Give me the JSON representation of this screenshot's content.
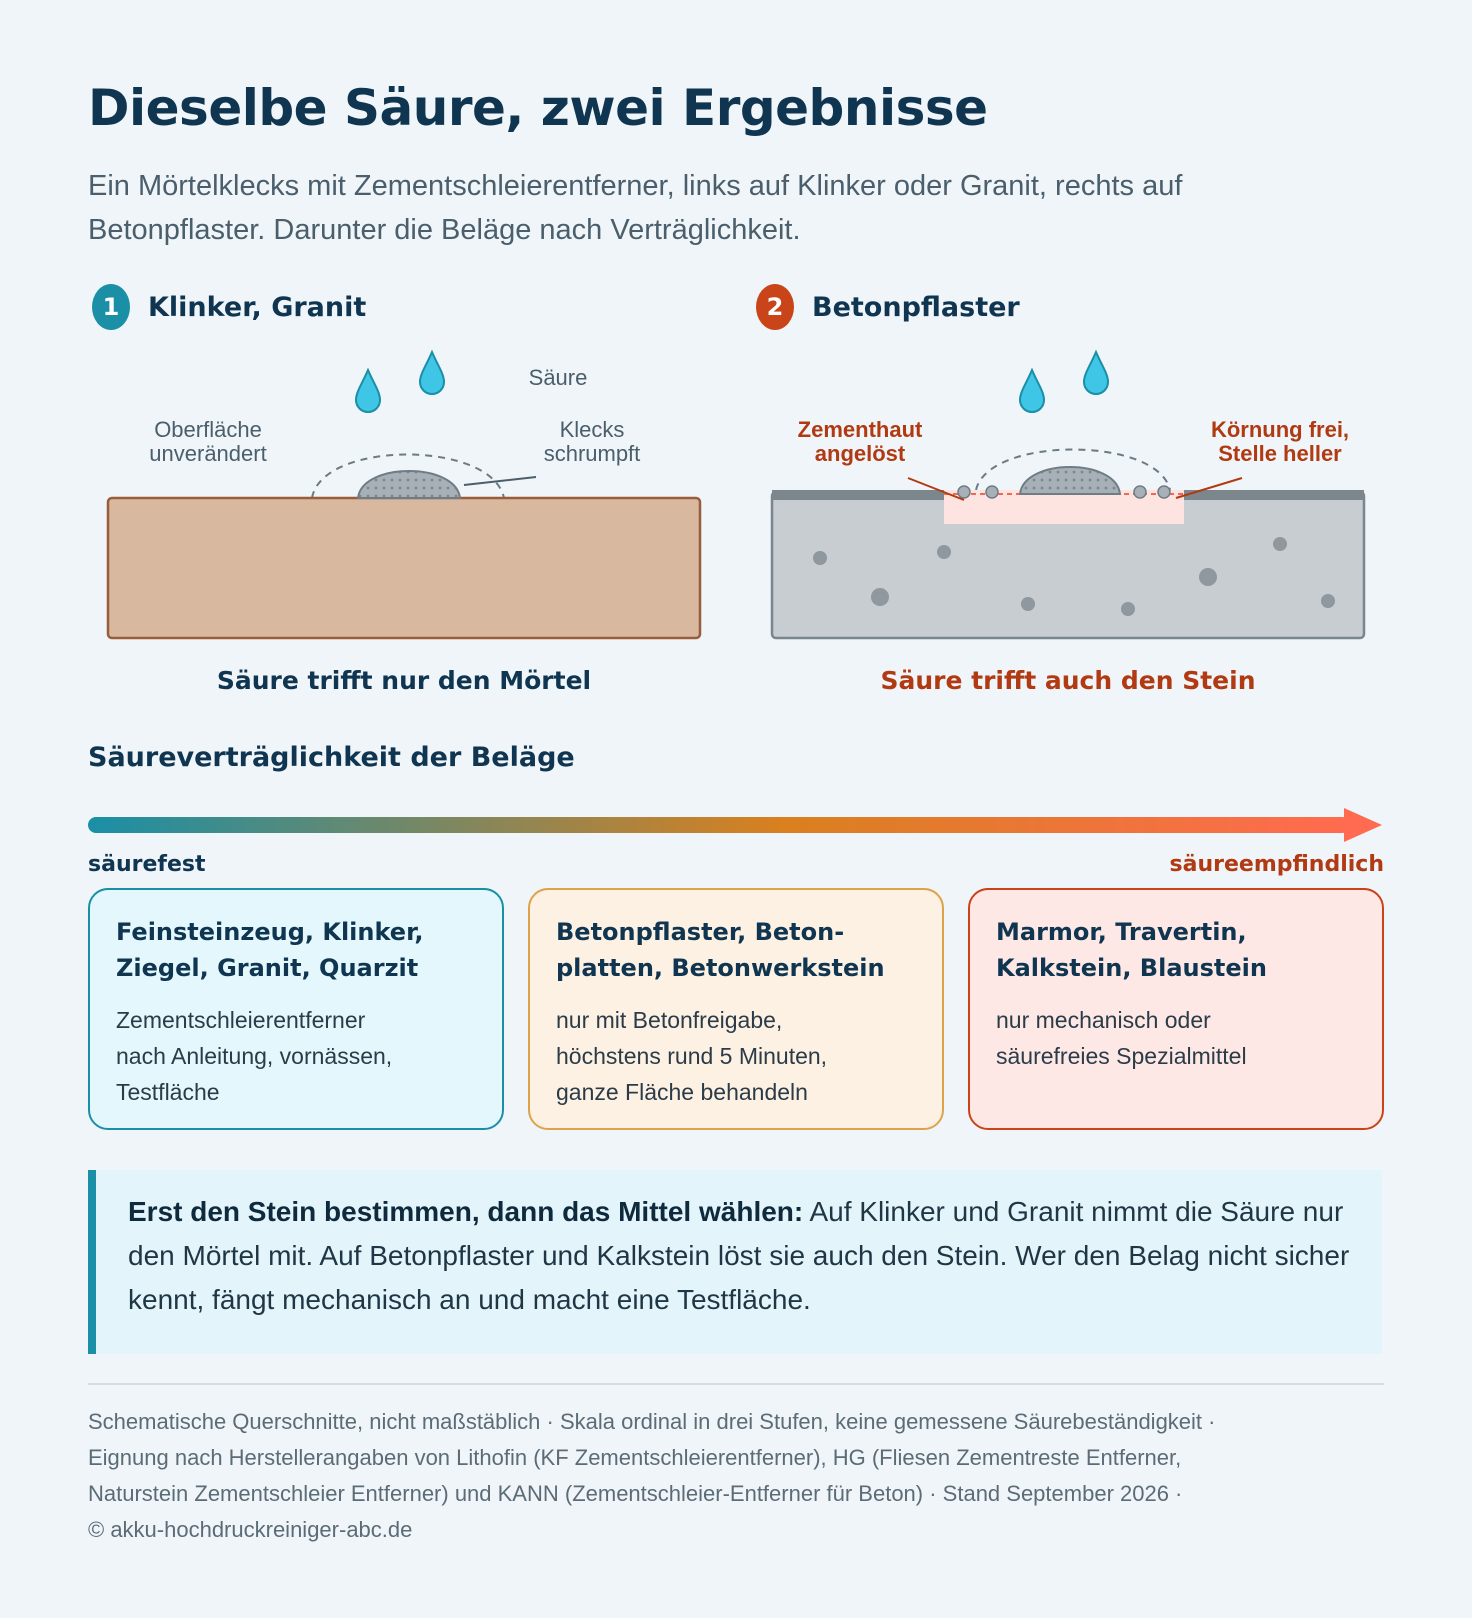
{
  "title": "Dieselbe Säure, zwei Ergebnisse",
  "subtitle_line1": "Ein Mörtelklecks mit Zementschleierentferner, links auf Klinker oder Granit, rechts auf",
  "subtitle_line2": "Betonpflaster. Darunter die Beläge nach Verträglichkeit.",
  "panels": [
    {
      "number": "1",
      "title": "Klinker, Granit",
      "labels": {
        "acid": "Säure",
        "surface_l1": "Oberfläche",
        "surface_l2": "unverändert",
        "blob_l1": "Klecks",
        "blob_l2": "schrumpft"
      },
      "caption": "Säure trifft nur den Mörtel",
      "color": "#1a8fa6"
    },
    {
      "number": "2",
      "title": "Betonpflaster",
      "labels": {
        "skin_l1": "Zementhaut",
        "skin_l2": "angelöst",
        "grain_l1": "Körnung frei,",
        "grain_l2": "Stelle heller"
      },
      "caption": "Säure trifft auch den Stein",
      "color": "#c94418"
    }
  ],
  "scale": {
    "title": "Säureverträglichkeit der Beläge",
    "left_label": "säurefest",
    "right_label": "säureempfindlich",
    "left_color": "#1a8fa6",
    "right_color": "#ff6b50"
  },
  "categories": [
    {
      "title_l1": "Feinsteinzeug, Klinker,",
      "title_l2": "Ziegel, Granit, Quarzit",
      "desc_l1": "Zementschleierentferner",
      "desc_l2": "nach Anleitung, vornässen,",
      "desc_l3": "Testfläche",
      "border": "#1a8fa6",
      "bg": "#e3f7fc"
    },
    {
      "title_l1": "Betonpflaster, Beton-",
      "title_l2": "platten, Betonwerkstein",
      "desc_l1": "nur mit Betonfreigabe,",
      "desc_l2": "höchstens rund 5 Minuten,",
      "desc_l3": "ganze Fläche behandeln",
      "border": "#dea24a",
      "bg": "#fdf1e3"
    },
    {
      "title_l1": "Marmor, Travertin,",
      "title_l2": "Kalkstein, Blaustein",
      "desc_l1": "nur mechanisch oder",
      "desc_l2": "säurefreies Spezialmittel",
      "desc_l3": "",
      "border": "#c94418",
      "bg": "#fde8e5"
    }
  ],
  "note": {
    "bold": "Erst den Stein bestimmen, dann das Mittel wählen:",
    "text": " Auf Klinker und Granit nimmt die Säure nur den Mörtel mit. Auf Betonpflaster und Kalkstein löst sie auch den Stein. Wer den Belag nicht sicher kennt, fängt mechanisch an und macht eine Testfläche."
  },
  "footer": {
    "line1": "Schematische Querschnitte, nicht maßstäblich · Skala ordinal in drei Stufen, keine gemessene Säurebeständigkeit ·",
    "line2": "Eignung nach Herstellerangaben von Lithofin (KF Zementschleierentferner), HG (Fliesen Zementreste Entferner,",
    "line3": "Naturstein Zementschleier Entferner) und KANN (Zementschleier-Entferner für Beton) · Stand September 2026 ·",
    "line4": "© akku-hochdruckreiniger-abc.de"
  }
}
